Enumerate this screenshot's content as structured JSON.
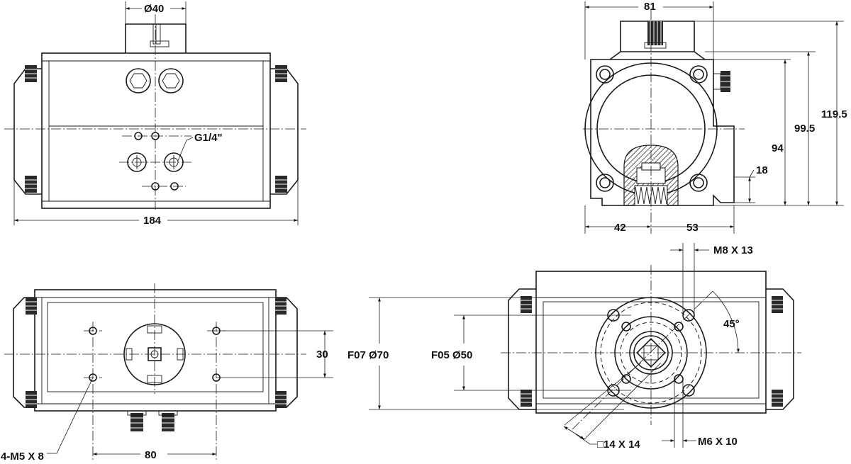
{
  "views": {
    "front": {
      "dia_top": "Ø40",
      "port_thread": "G1/4\"",
      "overall_length": "184"
    },
    "side": {
      "width": "81",
      "height_total": "119.5",
      "height_mount": "99.5",
      "height_body": "94",
      "shaft_height": "18",
      "offset_left": "42",
      "offset_right": "53"
    },
    "top": {
      "pitch_vertical": "30",
      "pitch_horizontal": "80",
      "mount_holes": "4-M5 X 8"
    },
    "bottom": {
      "thread_f07": "M8 X 13",
      "angle": "45°",
      "flange_f07": "F07 Ø70",
      "flange_f05": "F05 Ø50",
      "square_drive": "□14 X 14",
      "thread_f05": "M6 X 10"
    }
  },
  "colors": {
    "line": "#1a1a1a",
    "background": "#ffffff"
  }
}
